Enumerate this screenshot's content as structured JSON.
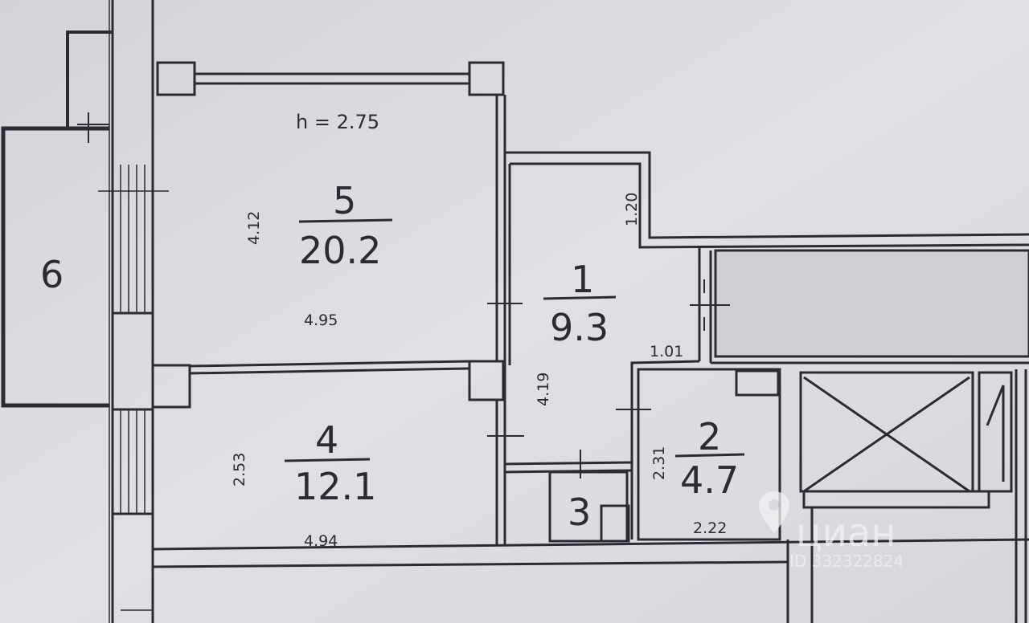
{
  "ceiling_height": "h = 2.75",
  "rooms": [
    {
      "id": "5",
      "area": "20.2",
      "dim_v": "4.12",
      "dim_h": "4.95"
    },
    {
      "id": "4",
      "area": "12.1",
      "dim_v": "2.53",
      "dim_h": "4.94"
    },
    {
      "id": "1",
      "area": "9.3",
      "dim_v": "4.19",
      "dim_top": "1.20",
      "dim_h": "1.01"
    },
    {
      "id": "2",
      "area": "4.7",
      "dim_v": "2.31",
      "dim_h": "2.22"
    },
    {
      "id": "3"
    },
    {
      "id": "6"
    }
  ],
  "watermark": {
    "brand": "циан",
    "listing_id": "ID 332322824"
  },
  "colors": {
    "background": "#d9dadf",
    "ink": "#2b2b33"
  }
}
